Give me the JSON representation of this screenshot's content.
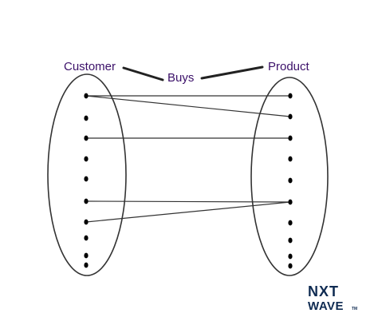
{
  "diagram": {
    "left_set_label": "Customer",
    "relation_label": "Buys",
    "right_set_label": "Product",
    "left_point_count": 10,
    "right_point_count": 10,
    "mappings": [
      {
        "from": 0,
        "to": 0
      },
      {
        "from": 0,
        "to": 1
      },
      {
        "from": 2,
        "to": 2
      },
      {
        "from": 5,
        "to": 5
      },
      {
        "from": 6,
        "to": 5
      }
    ],
    "colors": {
      "label": "#3b1069",
      "line": "#333333",
      "dot": "#000000",
      "logo": "#0f2b52"
    }
  },
  "logo": {
    "line1": "NXT",
    "line2": "WAVE",
    "tm": "TM"
  }
}
